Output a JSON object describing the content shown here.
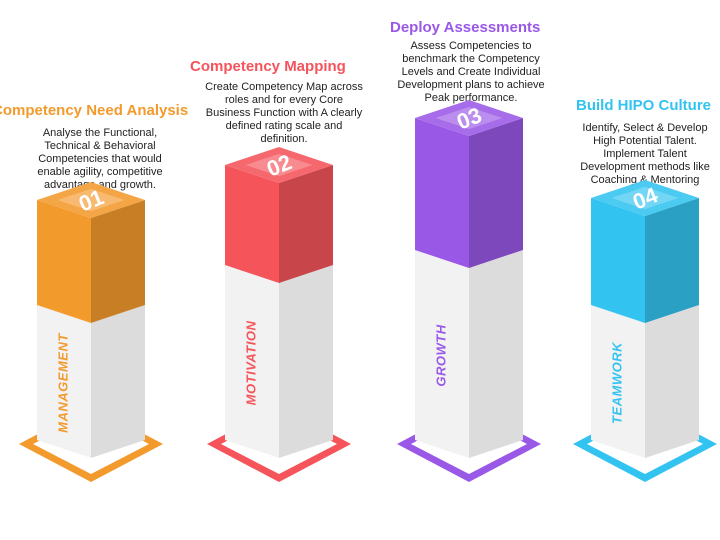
{
  "colors": {
    "orange": "#f39a2d",
    "red": "#f4545a",
    "purple": "#9a58e6",
    "cyan": "#33c3f0"
  },
  "steps": [
    {
      "number": "01",
      "title": "Competency Need Analysis",
      "description": "Analyse the Functional, Technical & Behavioral Competencies that would enable agility, competitive advantage and growth.",
      "label": "MANAGEMENT",
      "color": "#f39a2d"
    },
    {
      "number": "02",
      "title": "Competency Mapping",
      "description": "Create Competency Map across roles and for every Core Business Function with A clearly defined rating scale and definition.",
      "label": "MOTIVATION",
      "color": "#f4545a"
    },
    {
      "number": "03",
      "title": "Deploy Assessments",
      "description": "Assess Competencies to benchmark the Competency Levels and Create Individual Development plans to achieve Peak performance.",
      "label": "GROWTH",
      "color": "#9a58e6"
    },
    {
      "number": "04",
      "title": "Build HIPO Culture",
      "description": "Identify, Select & Develop High Potential Talent. Implement Talent Development methods like Coaching & Mentoring",
      "label": "TEAMWORK",
      "color": "#33c3f0"
    }
  ]
}
